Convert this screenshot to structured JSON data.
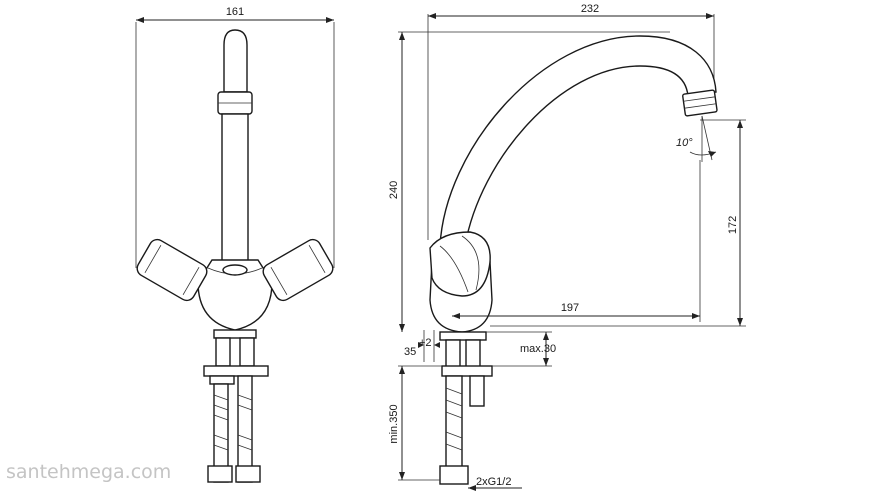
{
  "dimensions": {
    "width_front": "161",
    "width_side": "232",
    "height_total": "240",
    "height_outlet": "172",
    "reach": "197",
    "angle": "10°",
    "hole": "35",
    "hole_tol": "+2",
    "max_thickness": "max.30",
    "min_hose": "min.350",
    "connection": "2xG1/2"
  },
  "watermark": "santehmega.com"
}
